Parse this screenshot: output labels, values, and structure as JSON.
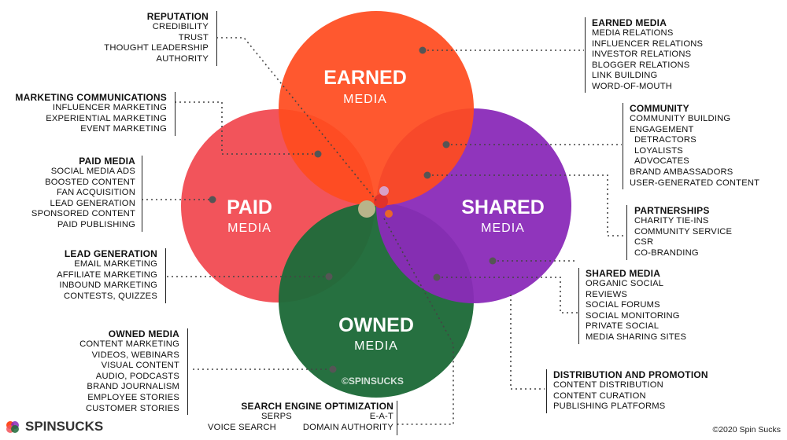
{
  "circles": {
    "earned": {
      "title": "EARNED",
      "sub": "MEDIA",
      "color": "#ff4b1f"
    },
    "paid": {
      "title": "PAID",
      "sub": "MEDIA",
      "color": "#f2545b"
    },
    "shared": {
      "title": "SHARED",
      "sub": "MEDIA",
      "color": "#8a2ab8"
    },
    "owned": {
      "title": "OWNED",
      "sub": "MEDIA",
      "color": "#1f6b3a"
    }
  },
  "blocks": {
    "reputation": {
      "title": "REPUTATION",
      "items": [
        "CREDIBILITY",
        "TRUST",
        "THOUGHT LEADERSHIP",
        "AUTHORITY"
      ]
    },
    "marcom": {
      "title": "MARKETING COMMUNICATIONS",
      "items": [
        "INFLUENCER MARKETING",
        "EXPERIENTIAL MARKETING",
        "EVENT MARKETING"
      ]
    },
    "paid_media": {
      "title": "PAID MEDIA",
      "items": [
        "SOCIAL MEDIA ADS",
        "BOOSTED CONTENT",
        "FAN ACQUISITION",
        "LEAD GENERATION",
        "SPONSORED CONTENT",
        "PAID PUBLISHING"
      ]
    },
    "lead_gen": {
      "title": "LEAD GENERATION",
      "items": [
        "EMAIL MARKETING",
        "AFFILIATE MARKETING",
        "INBOUND MARKETING",
        "CONTESTS, QUIZZES"
      ]
    },
    "owned_media": {
      "title": "OWNED MEDIA",
      "items": [
        "CONTENT MARKETING",
        "VIDEOS, WEBINARS",
        "VISUAL CONTENT",
        "AUDIO, PODCASTS",
        "BRAND JOURNALISM",
        "EMPLOYEE STORIES",
        "CUSTOMER STORIES"
      ]
    },
    "earned_media": {
      "title": "EARNED MEDIA",
      "items": [
        "MEDIA RELATIONS",
        "INFLUENCER RELATIONS",
        "INVESTOR RELATIONS",
        "BLOGGER RELATIONS",
        "LINK BUILDING",
        "WORD-OF-MOUTH"
      ]
    },
    "community": {
      "title": "COMMUNITY",
      "items": [
        "COMMUNITY BUILDING",
        "ENGAGEMENT",
        "DETRACTORS",
        "LOYALISTS",
        "ADVOCATES",
        "BRAND AMBASSADORS",
        "USER-GENERATED CONTENT"
      ]
    },
    "partnerships": {
      "title": "PARTNERSHIPS",
      "items": [
        "CHARITY TIE-INS",
        "COMMUNITY SERVICE",
        "CSR",
        "CO-BRANDING"
      ]
    },
    "shared_media": {
      "title": "SHARED MEDIA",
      "items": [
        "ORGANIC SOCIAL",
        "REVIEWS",
        "SOCIAL FORUMS",
        "SOCIAL MONITORING",
        "PRIVATE SOCIAL",
        "MEDIA SHARING SITES"
      ]
    },
    "distribution": {
      "title": "DISTRIBUTION AND PROMOTION",
      "items": [
        "CONTENT DISTRIBUTION",
        "CONTENT CURATION",
        "PUBLISHING PLATFORMS"
      ]
    },
    "seo": {
      "title": "SEARCH ENGINE OPTIMIZATION",
      "items": [
        "SERPS",
        "E-A-T",
        "VOICE SEARCH",
        "DOMAIN AUTHORITY"
      ]
    }
  },
  "watermark": "©SPINSUCKS",
  "logo": "SPINSUCKS",
  "copyright": "©2020 Spin Sucks"
}
